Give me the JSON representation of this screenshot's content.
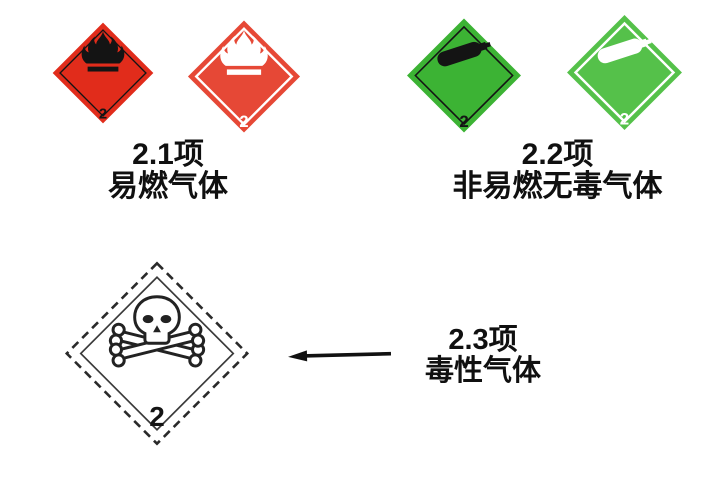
{
  "figure": {
    "background": "#ffffff",
    "description_texts": {
      "group21": {
        "line1": "2.1项",
        "line2": "易燃气体"
      },
      "group22": {
        "line1": "2.2项",
        "line2": "非易燃无毒气体"
      },
      "group23": {
        "line1": "2.3项",
        "line2": "毒性气体"
      }
    }
  },
  "colors": {
    "placard_red_dark_symbol": "#e12c1b",
    "placard_red_light_symbol": "#e64836",
    "placard_green_dark_symbol": "#3cb334",
    "placard_green_light_symbol": "#55c14a",
    "ink": "#141414",
    "white": "#ffffff"
  },
  "placards": {
    "flammable_gas_black": {
      "class_number": "2",
      "symbol": "flame-icon",
      "symbol_color": "black"
    },
    "flammable_gas_white": {
      "class_number": "2",
      "symbol": "flame-icon",
      "symbol_color": "white"
    },
    "nonflammable_gas_black": {
      "class_number": "2",
      "symbol": "gas-cylinder-icon",
      "symbol_color": "black"
    },
    "nonflammable_gas_white": {
      "class_number": "2",
      "symbol": "gas-cylinder-icon",
      "symbol_color": "white"
    },
    "toxic_gas": {
      "class_number": "2",
      "symbol": "skull-crossbones-icon",
      "symbol_color": "black-outline"
    }
  }
}
